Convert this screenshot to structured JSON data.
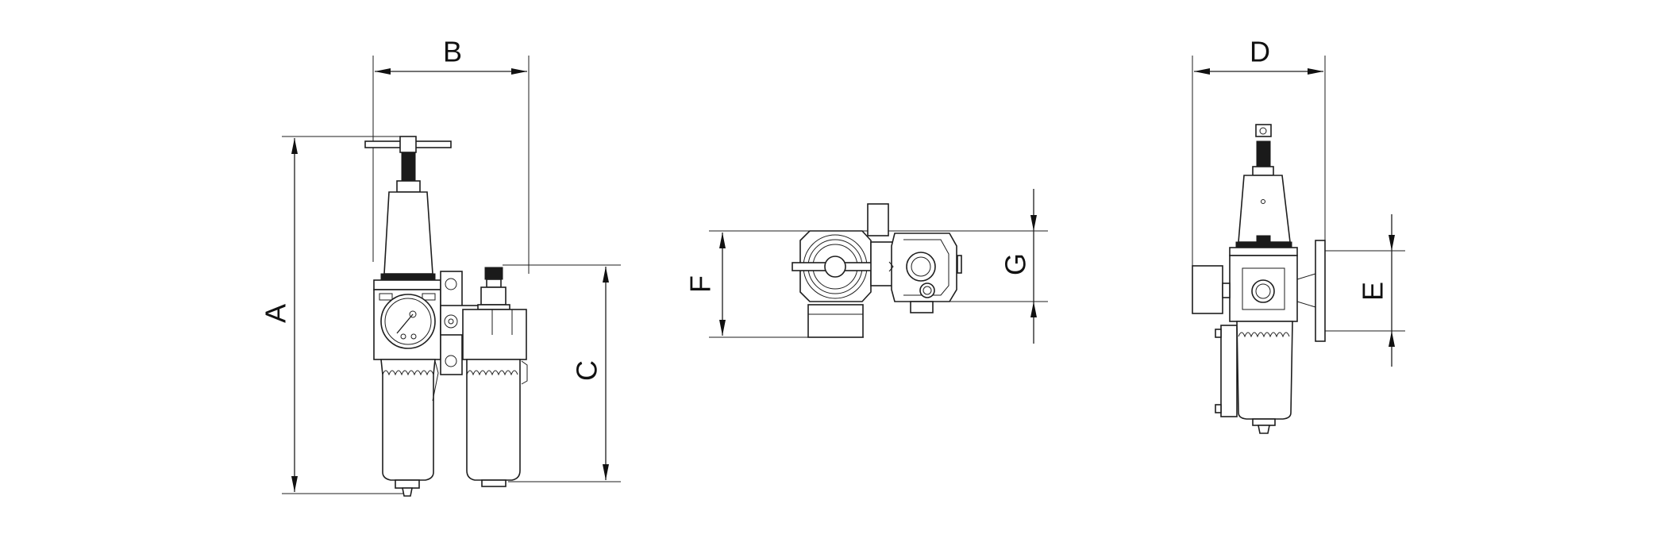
{
  "drawing": {
    "dimension_labels": {
      "a": "A",
      "b": "B",
      "c": "C",
      "d": "D",
      "e": "E",
      "f": "F",
      "g": "G"
    },
    "line_color": "#1e1e1e",
    "background": "#ffffff"
  }
}
